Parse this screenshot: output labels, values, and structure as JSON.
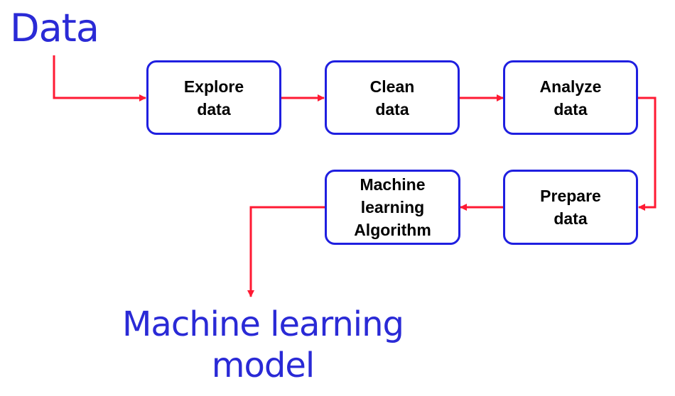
{
  "diagram": {
    "title": "Data",
    "output": "Machine learning\nmodel",
    "steps": {
      "explore": "Explore\ndata",
      "clean": "Clean\ndata",
      "analyze": "Analyze\ndata",
      "prepare": "Prepare\ndata",
      "algorithm": "Machine\nlearning\nAlgorithm"
    }
  },
  "colors": {
    "text_accent": "#2a2ad6",
    "box_border": "#1f1fe0",
    "arrow": "#ff1a33"
  }
}
